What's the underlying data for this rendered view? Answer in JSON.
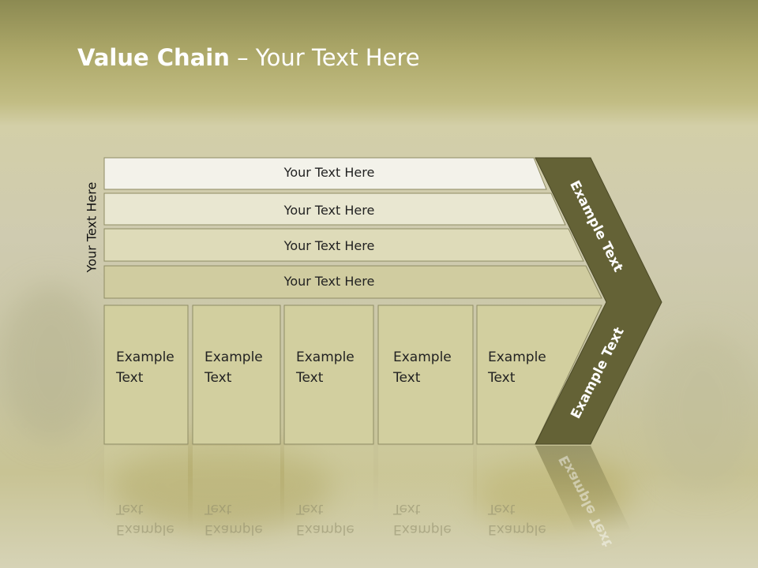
{
  "slide": {
    "title_bold": "Value Chain",
    "title_rest": " – Your Text Here",
    "side_label": "Your Text Here"
  },
  "bars": [
    {
      "label": "Your Text Here"
    },
    {
      "label": "Your Text Here"
    },
    {
      "label": "Your Text Here"
    },
    {
      "label": "Your Text Here"
    }
  ],
  "cells": [
    {
      "line1": "Example",
      "line2": "Text"
    },
    {
      "line1": "Example",
      "line2": "Text"
    },
    {
      "line1": "Example",
      "line2": "Text"
    },
    {
      "line1": "Example",
      "line2": "Text"
    },
    {
      "line1": "Example",
      "line2": "Text"
    }
  ],
  "chevron": {
    "upper_label": "Example Text",
    "lower_label": "Example Text"
  },
  "colors": {
    "chevron": "#646236",
    "bar_1": "#f3f2ea",
    "bar_2": "#e9e7d1",
    "bar_3": "#dedbb9",
    "bar_4": "#d0cca0",
    "cell": "#d2cf9f"
  }
}
